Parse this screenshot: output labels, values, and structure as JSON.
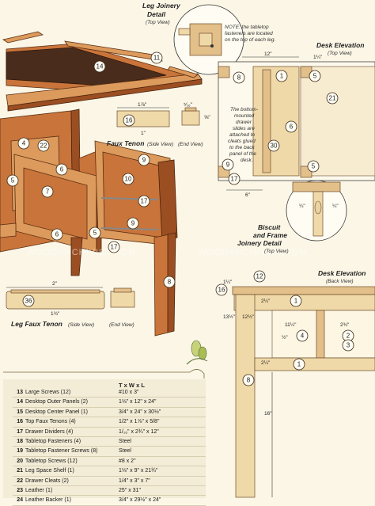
{
  "labels": {
    "leg_joinery_title": "Leg Joinery",
    "leg_joinery_title2": "Detail",
    "leg_joinery_view": "(Top View)",
    "leg_joinery_note": [
      "NOTE: the tabletop",
      "fasteners are located",
      "on the top of each leg."
    ],
    "desk_elev_top_title": "Desk Elevation",
    "desk_elev_top_view": "(Top View)",
    "drawer_note": [
      "The bottom-",
      "mounted",
      "drawer",
      "slides are",
      "attached to",
      "cleats glued",
      "to the back",
      "panel of the",
      "desk."
    ],
    "faux_tenon_title": "Faux Tenon",
    "faux_tenon_side": "(Side View)",
    "faux_tenon_end": "(End View)",
    "biscuit_title": "Biscuit",
    "biscuit_title2": "and Frame",
    "biscuit_title3": "Joinery Detail",
    "biscuit_view": "(Top View)",
    "leg_faux_title": "Leg Faux Tenon",
    "leg_faux_side": "(Side View)",
    "leg_faux_end": "(End View)",
    "desk_elev_back_title": "Desk Elevation",
    "desk_elev_back_view": "(Back View)",
    "watermark": "WOODARCHIVIST.COM"
  },
  "dims": {
    "top_12": "12\"",
    "top_1_14": "1¼\"",
    "top_6": "6\"",
    "ft_1_78": "1⅞\"",
    "ft_1": "1\"",
    "ft_end_w": "⁵⁄₁₆\"",
    "ft_end_h": "⅝\"",
    "lf_2": "2\"",
    "lf_1_34": "1¾\"",
    "back_1_14": "1¼\"",
    "back_2_14a": "2¼\"",
    "back_13_12": "13½\"",
    "back_12_12": "12½\"",
    "back_11_14": "11¼\"",
    "back_half": "½\"",
    "back_2_34": "2¾\"",
    "back_2_14b": "2¼\"",
    "back_16": "16\"",
    "bj_a": "¼\"",
    "bj_b": "¼\""
  },
  "callouts": {
    "c1": "1",
    "c4": "4",
    "c5": "5",
    "c6": "6",
    "c7": "7",
    "c8": "8",
    "c9": "9",
    "c10": "10",
    "c11": "11",
    "c12": "12",
    "c14": "14",
    "c16": "16",
    "c17": "17",
    "c21": "21",
    "c22": "22",
    "c30": "30",
    "c36": "36",
    "c2": "2",
    "c3": "3"
  },
  "parts_list": {
    "header": "T x W x L",
    "rows": [
      {
        "num": "13",
        "desc": "Large Screws (12)",
        "size": "#10 x 3\""
      },
      {
        "num": "14",
        "desc": "Desktop Outer Panels (2)",
        "size": "1⅛\" x 12\" x 24\""
      },
      {
        "num": "15",
        "desc": "Desktop Center Panel (1)",
        "size": "3/4\" x 24\" x 30½\""
      },
      {
        "num": "16",
        "desc": "Top Faux Tenons (4)",
        "size": "1/2\" x 1⅞\" x 5/8\""
      },
      {
        "num": "17",
        "desc": "Drawer Dividers (4)",
        "size": "1/₁₆\" x 2¾\" x 12\""
      },
      {
        "num": "18",
        "desc": "Tabletop Fasteners (4)",
        "size": "Steel"
      },
      {
        "num": "19",
        "desc": "Tabletop Fastener Screws (8)",
        "size": "Steel"
      },
      {
        "num": "20",
        "desc": "Tabletop Screws (12)",
        "size": "#8 x 2\""
      },
      {
        "num": "21",
        "desc": "Leg Space Shelf (1)",
        "size": "1⅛\" x 9\" x 21¾\""
      },
      {
        "num": "22",
        "desc": "Drawer Cleats (2)",
        "size": "1/4\" x 3\" x 7\""
      },
      {
        "num": "23",
        "desc": "Leather (1)",
        "size": "25\" x 31\""
      },
      {
        "num": "24",
        "desc": "Leather Backer (1)",
        "size": "3/4\" x 29½\" x 24\""
      }
    ]
  },
  "colors": {
    "wood": "#c9743a",
    "wood_light": "#dc9a5c",
    "leather": "#4a2c1c",
    "background": "#fbf6e6",
    "list_bg": "#f3ecd6"
  }
}
